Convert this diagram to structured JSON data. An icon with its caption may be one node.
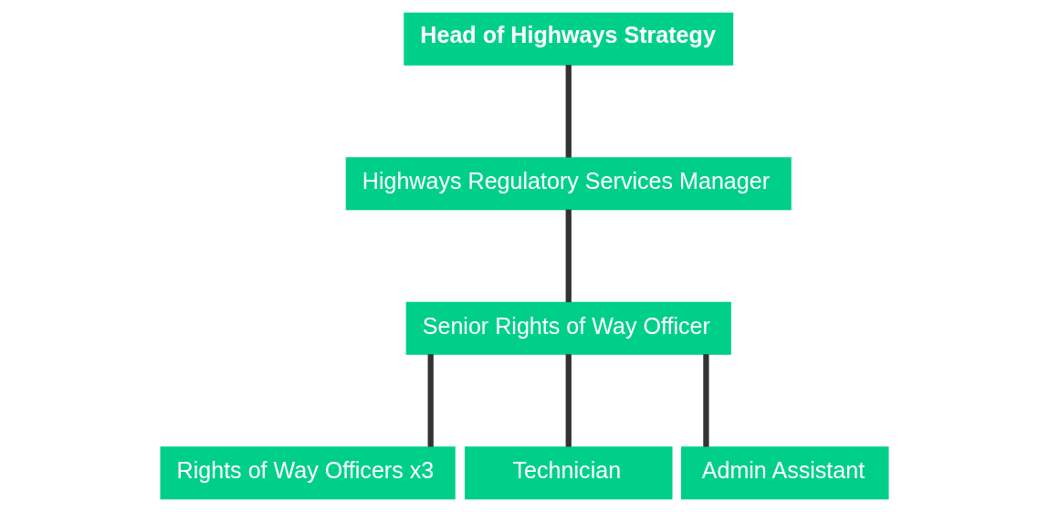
{
  "diagram": {
    "nodes": [
      {
        "text": [
          "Head of Highways Strategy"
        ]
      },
      {
        "text": [
          "Highways Regulatory Services Manager"
        ]
      },
      {
        "text": [
          "Senior Rights of Way Officer"
        ]
      },
      {
        "text": [
          "Rights of Way Officers x3"
        ]
      },
      {
        "text": [
          "Technician"
        ]
      },
      {
        "text": [
          "Admin Assistant"
        ]
      }
    ],
    "edges": [
      {
        "from": 0,
        "to": 1,
        "arrow": "none"
      },
      {
        "from": 1,
        "to": 2,
        "arrow": "none"
      },
      {
        "from": 2,
        "to": 3,
        "arrow": "none"
      },
      {
        "from": 2,
        "to": 4,
        "arrow": "none"
      },
      {
        "from": 2,
        "to": 5,
        "arrow": "none"
      }
    ]
  }
}
